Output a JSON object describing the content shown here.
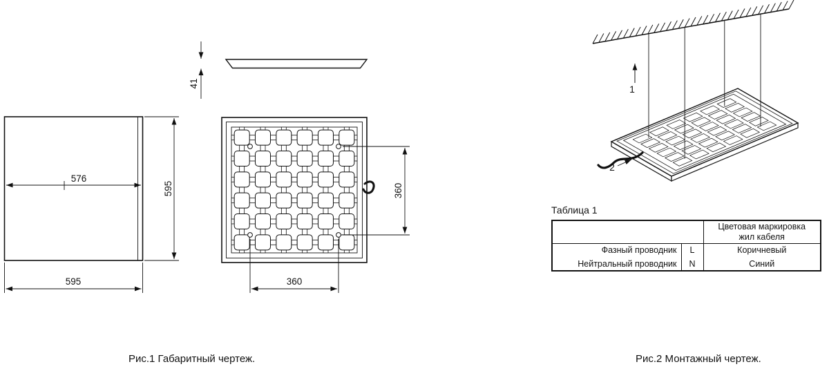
{
  "fig1": {
    "caption": "Рис.1 Габаритный чертеж.",
    "dims": {
      "inner_width": "576",
      "height": "595",
      "width": "595",
      "thickness": "41",
      "mount_spacing_v": "360",
      "mount_spacing_h": "360"
    }
  },
  "fig2": {
    "caption": "Рис.2 Монтажный чертеж.",
    "callouts": {
      "suspension": "1",
      "cable": "2"
    }
  },
  "table1": {
    "title": "Таблица 1",
    "header": {
      "line1": "Цветовая маркировка",
      "line2": "жил кабеля"
    },
    "rows": [
      {
        "name": "Фазный проводник",
        "code": "L",
        "color": "Коричневый"
      },
      {
        "name": "Нейтральный проводник",
        "code": "N",
        "color": "Синий"
      }
    ]
  },
  "colors": {
    "line": "#111111",
    "background": "#ffffff"
  }
}
